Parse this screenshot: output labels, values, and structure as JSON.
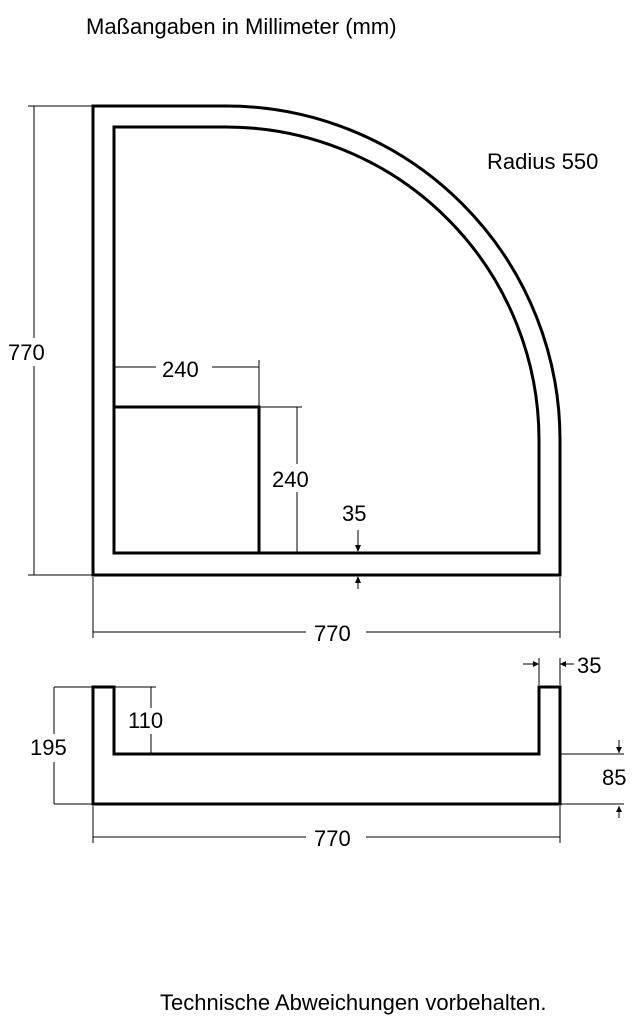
{
  "title": "Maßangaben in Millimeter (mm)",
  "note": "Technische Abweichungen vorbehalten.",
  "top_view": {
    "radius_label": "Radius 550",
    "height": "770",
    "width": "770",
    "seat_width": "240",
    "seat_depth": "240",
    "rim": "35"
  },
  "side_view": {
    "total_height": "195",
    "inner_depth": "110",
    "wall": "35",
    "floor": "85",
    "width": "770"
  }
}
